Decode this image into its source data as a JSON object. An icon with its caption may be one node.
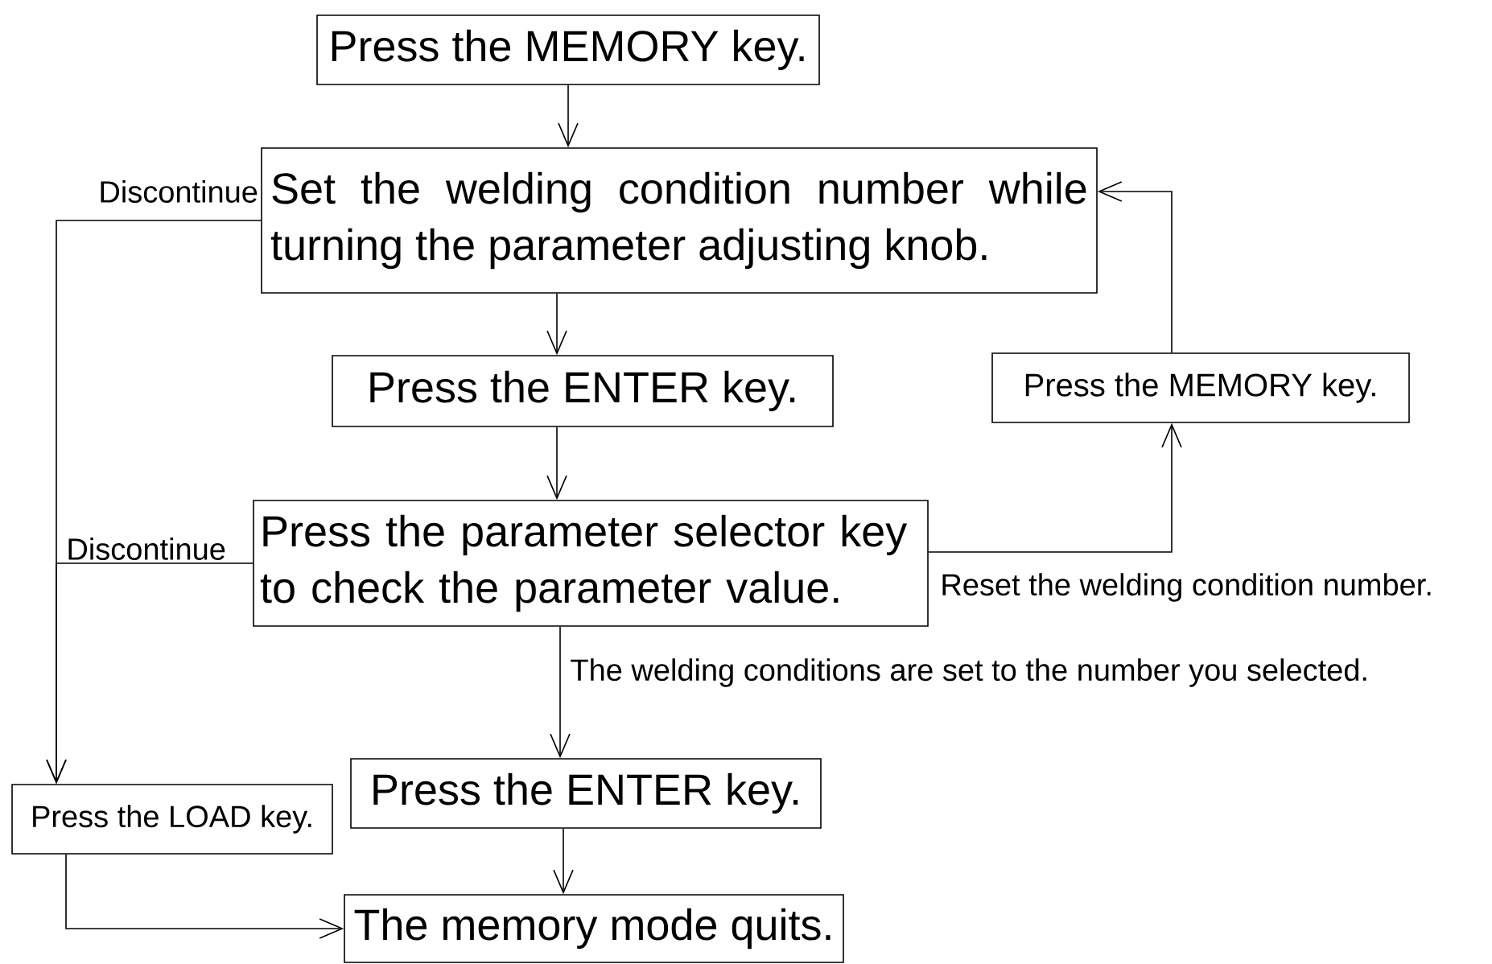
{
  "diagram": {
    "nodes": [
      {
        "text": [
          "Press the MEMORY key."
        ]
      },
      {
        "text": [
          "Set the welding condition number while turning the parameter adjusting knob."
        ]
      },
      {
        "text": [
          "Press the ENTER key."
        ]
      },
      {
        "text": [
          "Press the parameter selector key to check the parameter value."
        ]
      },
      {
        "text": [
          "Press the MEMORY key."
        ]
      },
      {
        "text": [
          "Press the LOAD key."
        ]
      },
      {
        "text": [
          "Press the ENTER key."
        ]
      },
      {
        "text": [
          "The memory mode quits."
        ]
      }
    ],
    "edges": [
      {
        "from": 0,
        "to": 1,
        "arrow": "to"
      },
      {
        "from": 1,
        "to": 2,
        "arrow": "to"
      },
      {
        "from": 2,
        "to": 3,
        "arrow": "to"
      },
      {
        "from": 3,
        "to": 6,
        "arrow": "to",
        "label": "The welding conditions are set to the number you selected."
      },
      {
        "from": 6,
        "to": 7,
        "arrow": "to"
      },
      {
        "from": 3,
        "to": 4,
        "arrow": "to",
        "label": "Reset the welding condition number."
      },
      {
        "from": 4,
        "to": 1,
        "arrow": "to"
      },
      {
        "from": 1,
        "to": 5,
        "arrow": "to",
        "label": "Discontinue"
      },
      {
        "from": 3,
        "to": 5,
        "arrow": "to",
        "label": "Discontinue"
      },
      {
        "from": 5,
        "to": 7,
        "arrow": "to"
      }
    ]
  }
}
